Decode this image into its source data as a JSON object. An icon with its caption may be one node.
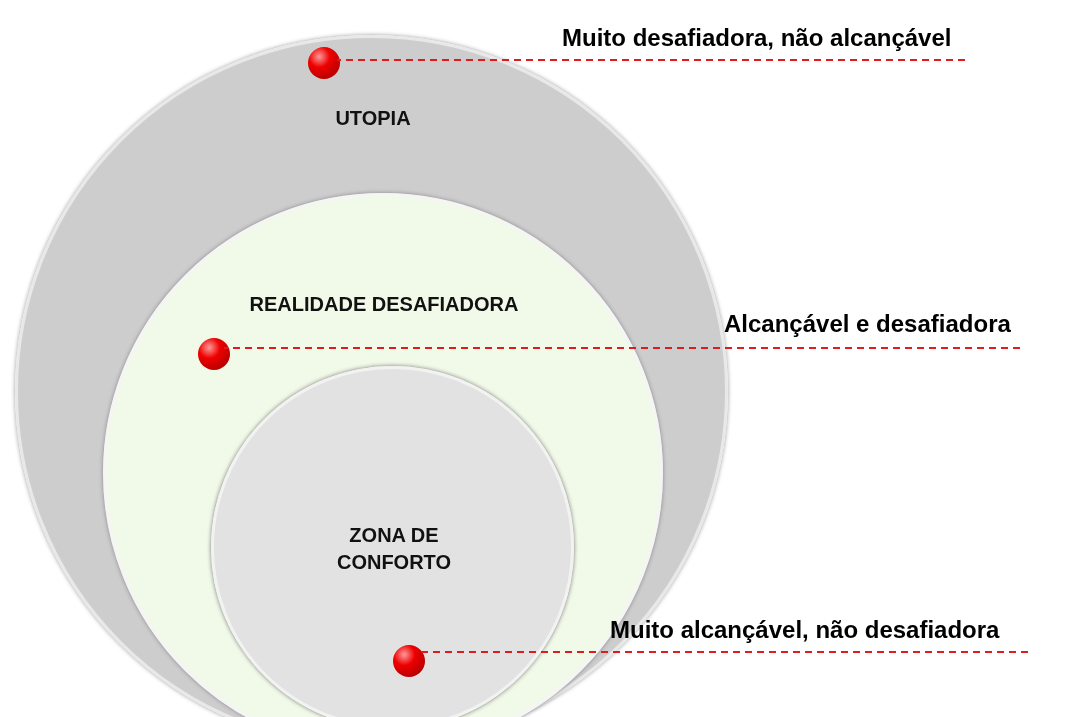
{
  "diagram": {
    "nodes": [
      {
        "text": [
          "UTOPIA"
        ]
      },
      {
        "text": [],
        "shape": "circle",
        "in": 0
      },
      {
        "text": [
          "REALIDADE DESAFIADORA"
        ],
        "in": 0
      },
      {
        "text": [],
        "shape": "circle",
        "in": 2
      },
      {
        "text": [
          "ZONA DE CONFORTO"
        ],
        "in": 2
      },
      {
        "text": [],
        "shape": "circle",
        "in": 4
      },
      {
        "text": [
          "Muito desafiadora, não alcançável"
        ]
      },
      {
        "text": [
          "Alcançável e desafiadora"
        ]
      },
      {
        "text": [
          "Muito alcançável, não desafiadora"
        ]
      }
    ],
    "edges": [
      {
        "from": 6,
        "to": 1,
        "arrow": "none",
        "style": "dashed",
        "color": "#e31a1c"
      },
      {
        "from": 7,
        "to": 3,
        "arrow": "none",
        "style": "dashed",
        "color": "#e31a1c"
      },
      {
        "from": 8,
        "to": 5,
        "arrow": "none",
        "style": "dashed",
        "color": "#e31a1c"
      }
    ]
  }
}
